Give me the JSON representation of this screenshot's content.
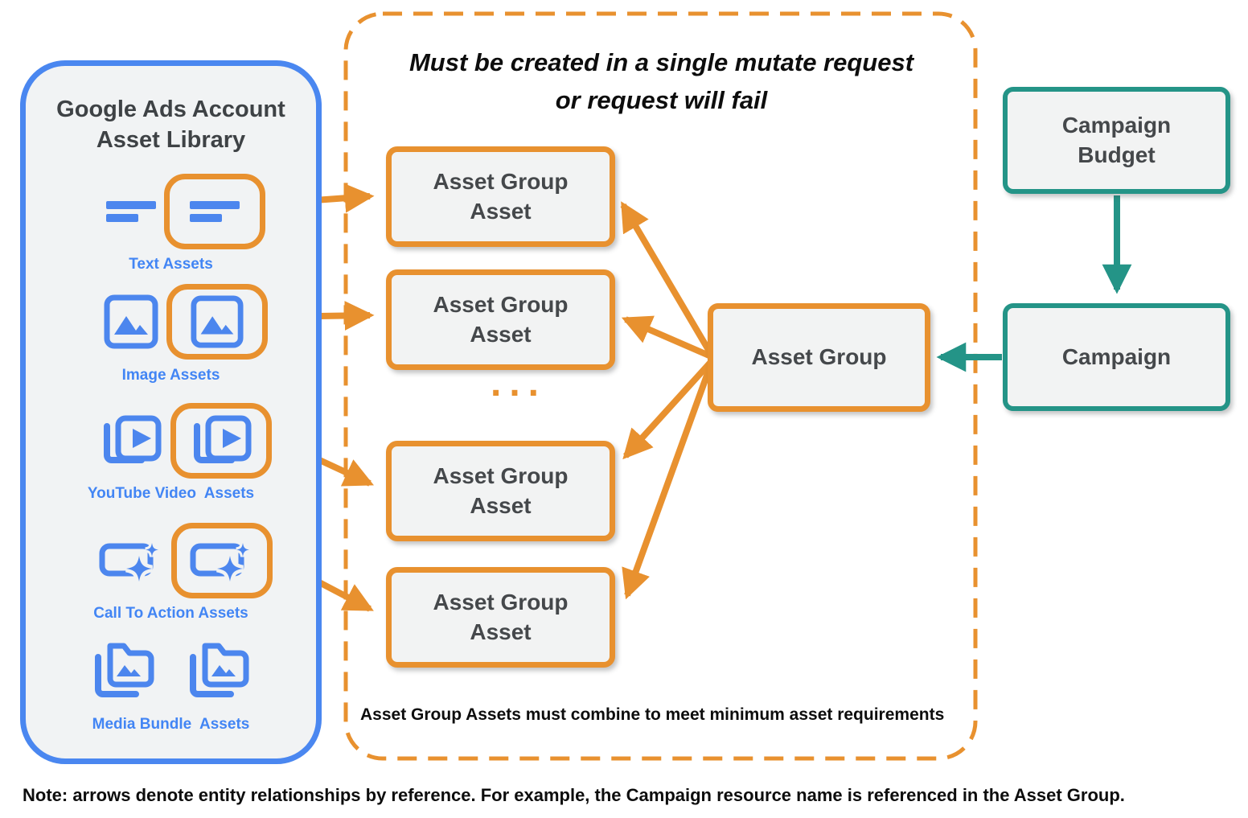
{
  "asset_library": {
    "title": "Google Ads Account\nAsset Library",
    "items": [
      {
        "label": "Text Assets",
        "icon": "text-asset-icon"
      },
      {
        "label": "Image Assets",
        "icon": "image-asset-icon"
      },
      {
        "label": "YouTube Video  Assets",
        "icon": "youtube-video-asset-icon"
      },
      {
        "label": "Call To Action Assets",
        "icon": "call-to-action-asset-icon"
      },
      {
        "label": "Media Bundle  Assets",
        "icon": "media-bundle-asset-icon"
      }
    ]
  },
  "mutate_panel": {
    "title": "Must be created in a single mutate request\nor request will fail",
    "asset_group_asset_label": "Asset Group\nAsset",
    "ellipsis": "...",
    "footnote": "Asset Group Assets must combine to meet minimum asset requirements"
  },
  "entities": {
    "asset_group": "Asset Group",
    "campaign_budget": "Campaign\nBudget",
    "campaign": "Campaign"
  },
  "note": "Note: arrows denote entity relationships by reference. For example, the Campaign resource name is referenced in the Asset Group.",
  "colors": {
    "orange": "#E8912F",
    "teal": "#249487",
    "icon_blue": "#4C86EE",
    "panel_border_blue": "#4A87F0",
    "label_blue": "#4285F4"
  }
}
